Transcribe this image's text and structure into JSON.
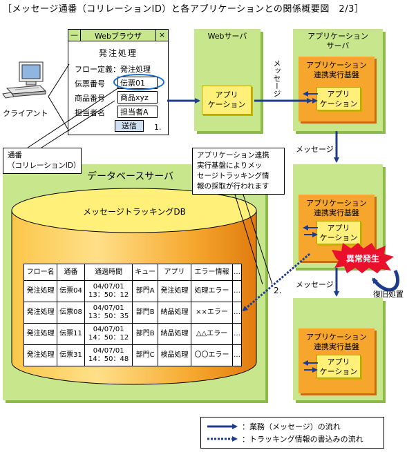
{
  "title": "［メッセージ通番（コリレーションID）と各アプリケーションとの関係概要図　2/3］",
  "client": {
    "label": "クライアント"
  },
  "browser": {
    "title": "Webブラウザ",
    "minimize": "—",
    "close": "×",
    "heading": "発注処理",
    "flow_line": "フロー定義：発注処理",
    "fields": [
      {
        "label": "伝票番号",
        "value": "伝票01"
      },
      {
        "label": "商品番号",
        "value": "商品xyz"
      },
      {
        "label": "担当者名",
        "value": "担当者A"
      }
    ],
    "submit": "送信",
    "step": "1."
  },
  "web_server": {
    "title": "Webサーバ",
    "app": "アプリ\nケーション"
  },
  "message_vertical": "メッセージ",
  "app_server": {
    "title": "アプリケーション\nサーバ",
    "platform": "アプリケーション\n連携実行基盤",
    "app": "アプリ\nケーション"
  },
  "app_server_2": {
    "platform": "アプリケーション\n連携実行基盤",
    "app": "アプリ\nケーション"
  },
  "app_server_3": {
    "platform": "アプリケーション\n連携実行基盤",
    "app": "アプリ\nケーション"
  },
  "message_1": "メッセージ",
  "message_2": "メッセージ",
  "callout_serial": "通番\n（コリレーションID）",
  "callout_platform": "アプリケーション連携\n実行基盤によりメッ\nセージトラッキング情\n報の採取が行われます",
  "db_server": {
    "title": "データベースサーバ",
    "db_name": "メッセージトラッキングDB"
  },
  "step2": "2.",
  "error_badge": "異常発生",
  "recovery": "復旧処置",
  "table": {
    "headers": [
      "フロー名",
      "通番",
      "通過時間",
      "キュー",
      "アプリ",
      "エラー情報",
      "…"
    ],
    "rows": [
      [
        "発注処理",
        "伝票04",
        "04/07/01\n13：50：12",
        "部門A",
        "発注処理",
        "処理エラー",
        "…"
      ],
      [
        "発注処理",
        "伝票08",
        "04/07/01\n13：50：35",
        "部門B",
        "納品処理",
        "××エラー",
        "…"
      ],
      [
        "発注処理",
        "伝票11",
        "04/07/01\n14：50：12",
        "部門B",
        "納品処理",
        "△△エラー",
        "…"
      ],
      [
        "発注処理",
        "伝票31",
        "04/07/01\n14：50：48",
        "部門C",
        "検品処理",
        "〇〇エラー",
        "…"
      ]
    ]
  },
  "legend": {
    "solid": "：業務（メッセージ）の流れ",
    "dotted": "：トラッキング情報の書込みの流れ"
  },
  "colors": {
    "green": "#c8e68c",
    "orange": "#f6a62c",
    "yellow": "#fff07a",
    "arrow": "#1f3c8c",
    "error": "#e8102a"
  }
}
